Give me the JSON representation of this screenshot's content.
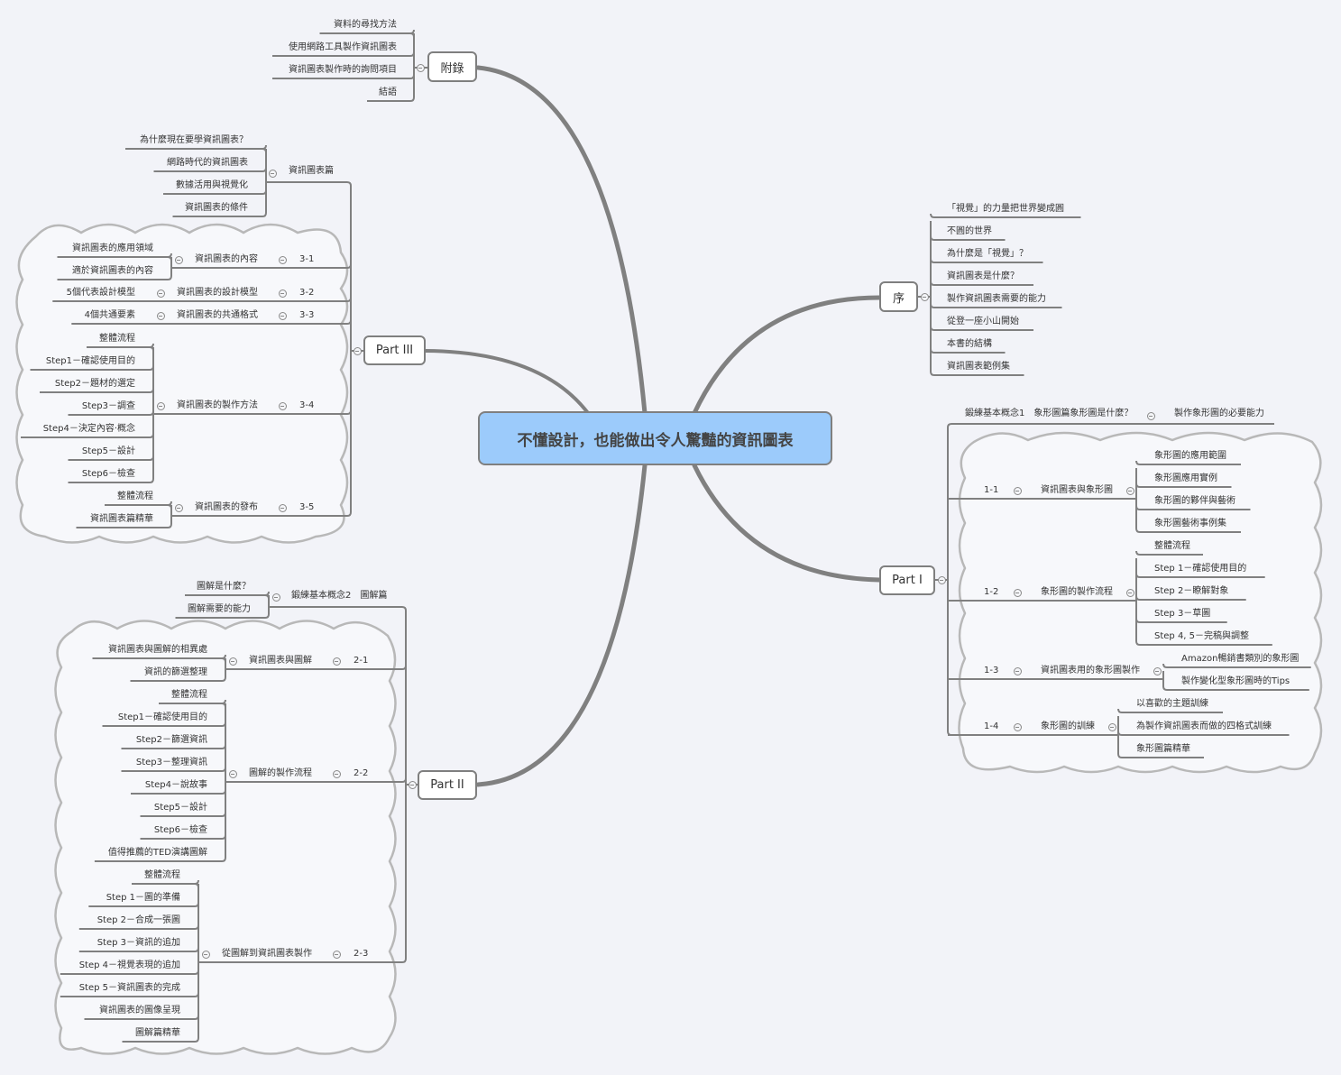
{
  "central_topic": "不懂設計，也能做出令人驚豔的資訊圖表",
  "appendix": {
    "label": "附錄",
    "items": [
      "資料的尋找方法",
      "使用網路工具製作資訊圖表",
      "資訊圖表製作時的詢問項目",
      "結語"
    ]
  },
  "preface": {
    "label": "序",
    "items": [
      "「視覺」的力量把世界變成圓",
      "不圓的世界",
      "為什麼是「視覺」？",
      "資訊圖表是什麼？",
      "製作資訊圖表需要的能力",
      "從登一座小山開始",
      "本書的結構",
      "資訊圖表範例集"
    ]
  },
  "part3": {
    "label": "Part III",
    "intro": {
      "label": "資訊圖表篇",
      "items": [
        "為什麼現在要學資訊圖表？",
        "網路時代的資訊圖表",
        "數據活用與視覺化",
        "資訊圖表的條件"
      ]
    },
    "sections": [
      {
        "num": "3-1",
        "label": "資訊圖表的內容",
        "items": [
          "資訊圖表的應用領域",
          "適於資訊圖表的內容"
        ]
      },
      {
        "num": "3-2",
        "label": "資訊圖表的設計模型",
        "items": [
          "5個代表設計模型"
        ]
      },
      {
        "num": "3-3",
        "label": "資訊圖表的共通格式",
        "items": [
          "4個共通要素"
        ]
      },
      {
        "num": "3-4",
        "label": "資訊圖表的製作方法",
        "items": [
          "整體流程",
          "Step1－確認使用目的",
          "Step2－題材的選定",
          "Step3－調查",
          "Step4－決定內容·概念",
          "Step5－設計",
          "Step6－檢查"
        ]
      },
      {
        "num": "3-5",
        "label": "資訊圖表的發布",
        "items": [
          "整體流程",
          "資訊圖表篇精華"
        ]
      }
    ]
  },
  "part2": {
    "label": "Part II",
    "intro": {
      "label": "鍛練基本概念2　圖解篇",
      "items": [
        "圖解是什麼？",
        "圖解需要的能力"
      ]
    },
    "sections": [
      {
        "num": "2-1",
        "label": "資訊圖表與圖解",
        "items": [
          "資訊圖表與圖解的相異處",
          "資訊的篩選整理"
        ]
      },
      {
        "num": "2-2",
        "label": "圖解的製作流程",
        "items": [
          "整體流程",
          "Step1－確認使用目的",
          "Step2－篩選資訊",
          "Step3－整理資訊",
          "Step4－說故事",
          "Step5－設計",
          "Step6－檢查",
          "值得推薦的TED演講圖解"
        ]
      },
      {
        "num": "2-3",
        "label": "從圖解到資訊圖表製作",
        "items": [
          "整體流程",
          "Step 1－圖的準備",
          "Step 2－合成一張圖",
          "Step 3－資訊的追加",
          "Step 4－視覺表現的追加",
          "Step 5－資訊圖表的完成",
          "資訊圖表的圖像呈現",
          "圖解篇精華"
        ]
      }
    ]
  },
  "part1": {
    "label": "Part I",
    "intro": {
      "label": "鍛練基本概念1　象形圖篇象形圖是什麼？",
      "items": [
        "製作象形圖的必要能力"
      ]
    },
    "sections": [
      {
        "num": "1-1",
        "label": "資訊圖表與象形圖",
        "items": [
          "象形圖的應用範圍",
          "象形圖應用實例",
          "象形圖的夥伴與藝術",
          "象形圖藝術事例集"
        ]
      },
      {
        "num": "1-2",
        "label": "象形圖的製作流程",
        "items": [
          "整體流程",
          "Step 1－確認使用目的",
          "Step 2－瞭解對象",
          "Step 3－草圖",
          "Step 4, 5－完稿與調整"
        ]
      },
      {
        "num": "1-3",
        "label": "資訊圖表用的象形圖製作",
        "items": [
          "Amazon暢銷書類別的象形圖",
          "製作變化型象形圖時的Tips"
        ]
      },
      {
        "num": "1-4",
        "label": "象形圖的訓練",
        "items": [
          "以喜歡的主題訓練",
          "為製作資訊圖表而做的四格式訓練",
          "象形圖篇精華"
        ]
      }
    ]
  },
  "colors": {
    "central_fill": "#9ccbfb",
    "line": "#808080",
    "cloud": "#b8b8b8",
    "background": "#f2f3f8"
  }
}
